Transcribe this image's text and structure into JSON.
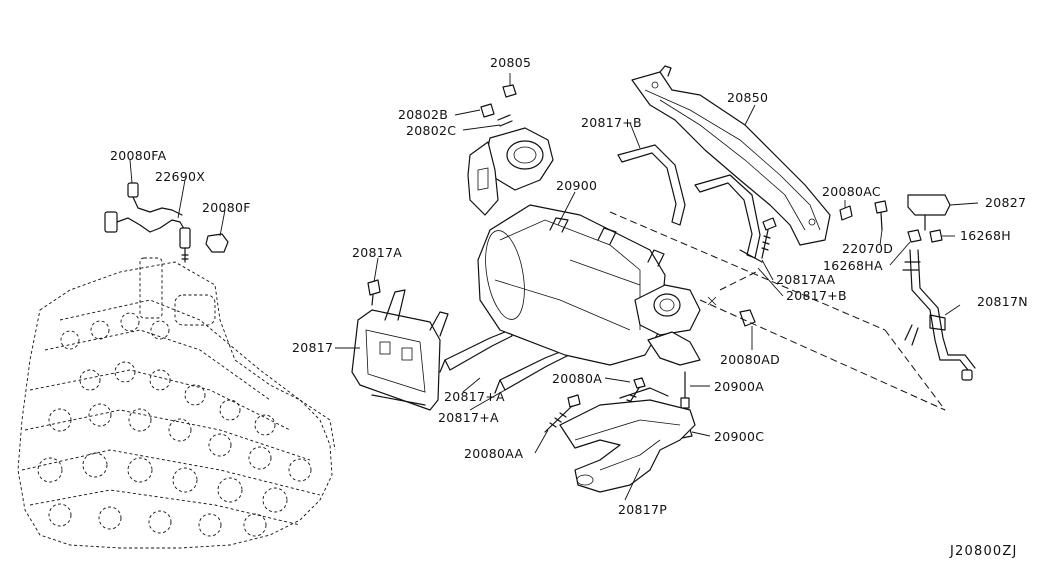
{
  "diagram_code": "J20800ZJ",
  "labels": {
    "p20805": "20805",
    "p20802B": "20802B",
    "p20802C": "20802C",
    "p20850": "20850",
    "p20817B_top": "20817+B",
    "p20900": "20900",
    "p20080AC": "20080AC",
    "p20827": "20827",
    "p22070D": "22070D",
    "p16268H": "16268H",
    "p16268HA": "16268HA",
    "p20817N": "20817N",
    "p20080FA": "20080FA",
    "p22690X": "22690X",
    "p20080F": "20080F",
    "p20817A_top": "20817A",
    "p20817": "20817",
    "p20817AA": "20817AA",
    "p20817B_mid": "20817+B",
    "p20080AD": "20080AD",
    "p20080A": "20080A",
    "p20900A": "20900A",
    "p20817A_1": "20817+A",
    "p20817A_2": "20817+A",
    "p20900C": "20900C",
    "p20080AA": "20080AA",
    "p20817P": "20817P"
  }
}
